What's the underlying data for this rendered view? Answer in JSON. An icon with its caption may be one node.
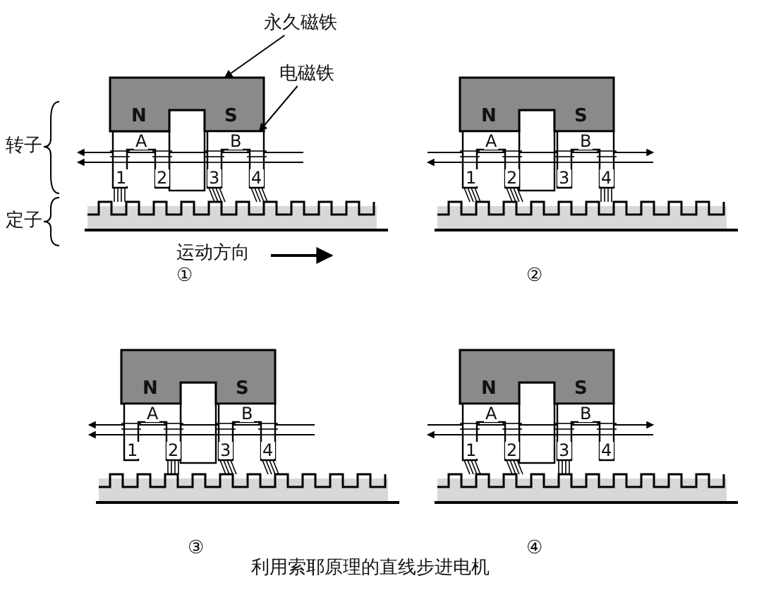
{
  "diagram": {
    "caption": "利用索耶原理的直线步进电机",
    "nodes": [
      {
        "text": [
          "永久磁铁"
        ]
      },
      {
        "text": [],
        "shape": "box"
      },
      {
        "text": [
          "电磁铁"
        ]
      },
      {
        "text": [],
        "shape": "box"
      }
    ],
    "edges": [
      {
        "from": 0,
        "to": 1,
        "arrow": "to"
      },
      {
        "from": 2,
        "to": 3,
        "arrow": "to"
      }
    ],
    "labels": [
      "转子",
      "N",
      "S",
      "A",
      "B",
      "1",
      "2",
      "3",
      "4",
      "定子",
      "运动方向",
      "①",
      "N",
      "S",
      "A",
      "B",
      "1",
      "2",
      "3",
      "4",
      "②",
      "N",
      "S",
      "A",
      "B",
      "1",
      "2",
      "3",
      "4",
      "③",
      "N",
      "S",
      "A",
      "B",
      "1",
      "2",
      "3",
      "4",
      "④"
    ]
  }
}
